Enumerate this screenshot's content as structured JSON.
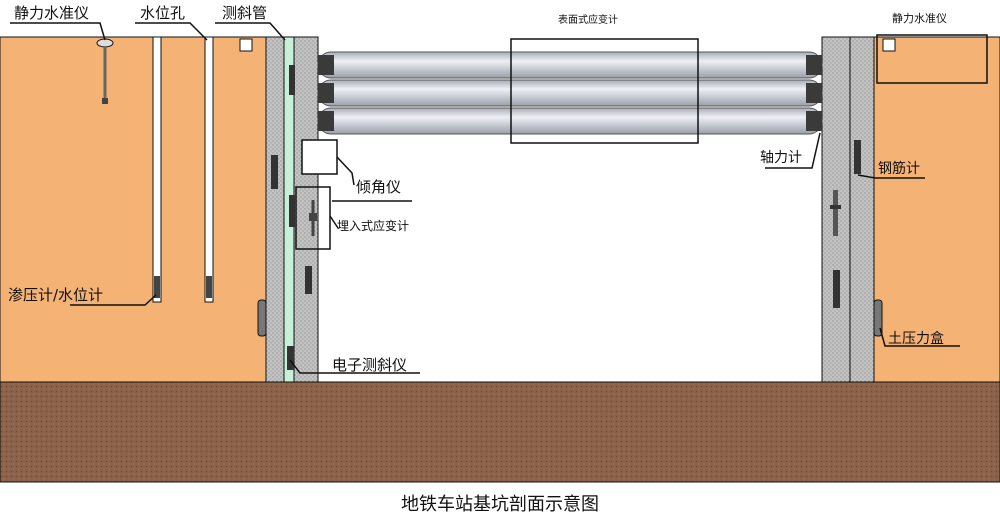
{
  "caption": "地铁车站基坑剖面示意图",
  "labels": {
    "static_level_left": "静力水准仪",
    "water_hole": "水位孔",
    "inclinometer_tube": "测斜管",
    "surface_strain_gauge": "表面式应变计",
    "static_level_right": "静力水准仪",
    "axial_force_gauge": "轴力计",
    "tilt_meter": "倾角仪",
    "embedded_strain_gauge": "埋入式应变计",
    "rebar_gauge": "钢筋计",
    "piezometer_water_meter": "渗压计/水位计",
    "earth_pressure_cell": "土压力盒",
    "electronic_inclinometer": "电子测斜仪"
  },
  "colors": {
    "soil": "#f4b274",
    "ground": "#8c624a",
    "wall": "#bdbdbd",
    "inclinometer_strip": "#c8f0d8",
    "strut": "#c9cdd6",
    "outline": "#111111"
  },
  "icons": [
    "static-level-icon",
    "water-level-meter-icon",
    "tilt-meter-icon",
    "embedded-strain-gauge-icon",
    "rebar-gauge-icon",
    "earth-pressure-cell-icon",
    "inclinometer-probe-icon"
  ]
}
